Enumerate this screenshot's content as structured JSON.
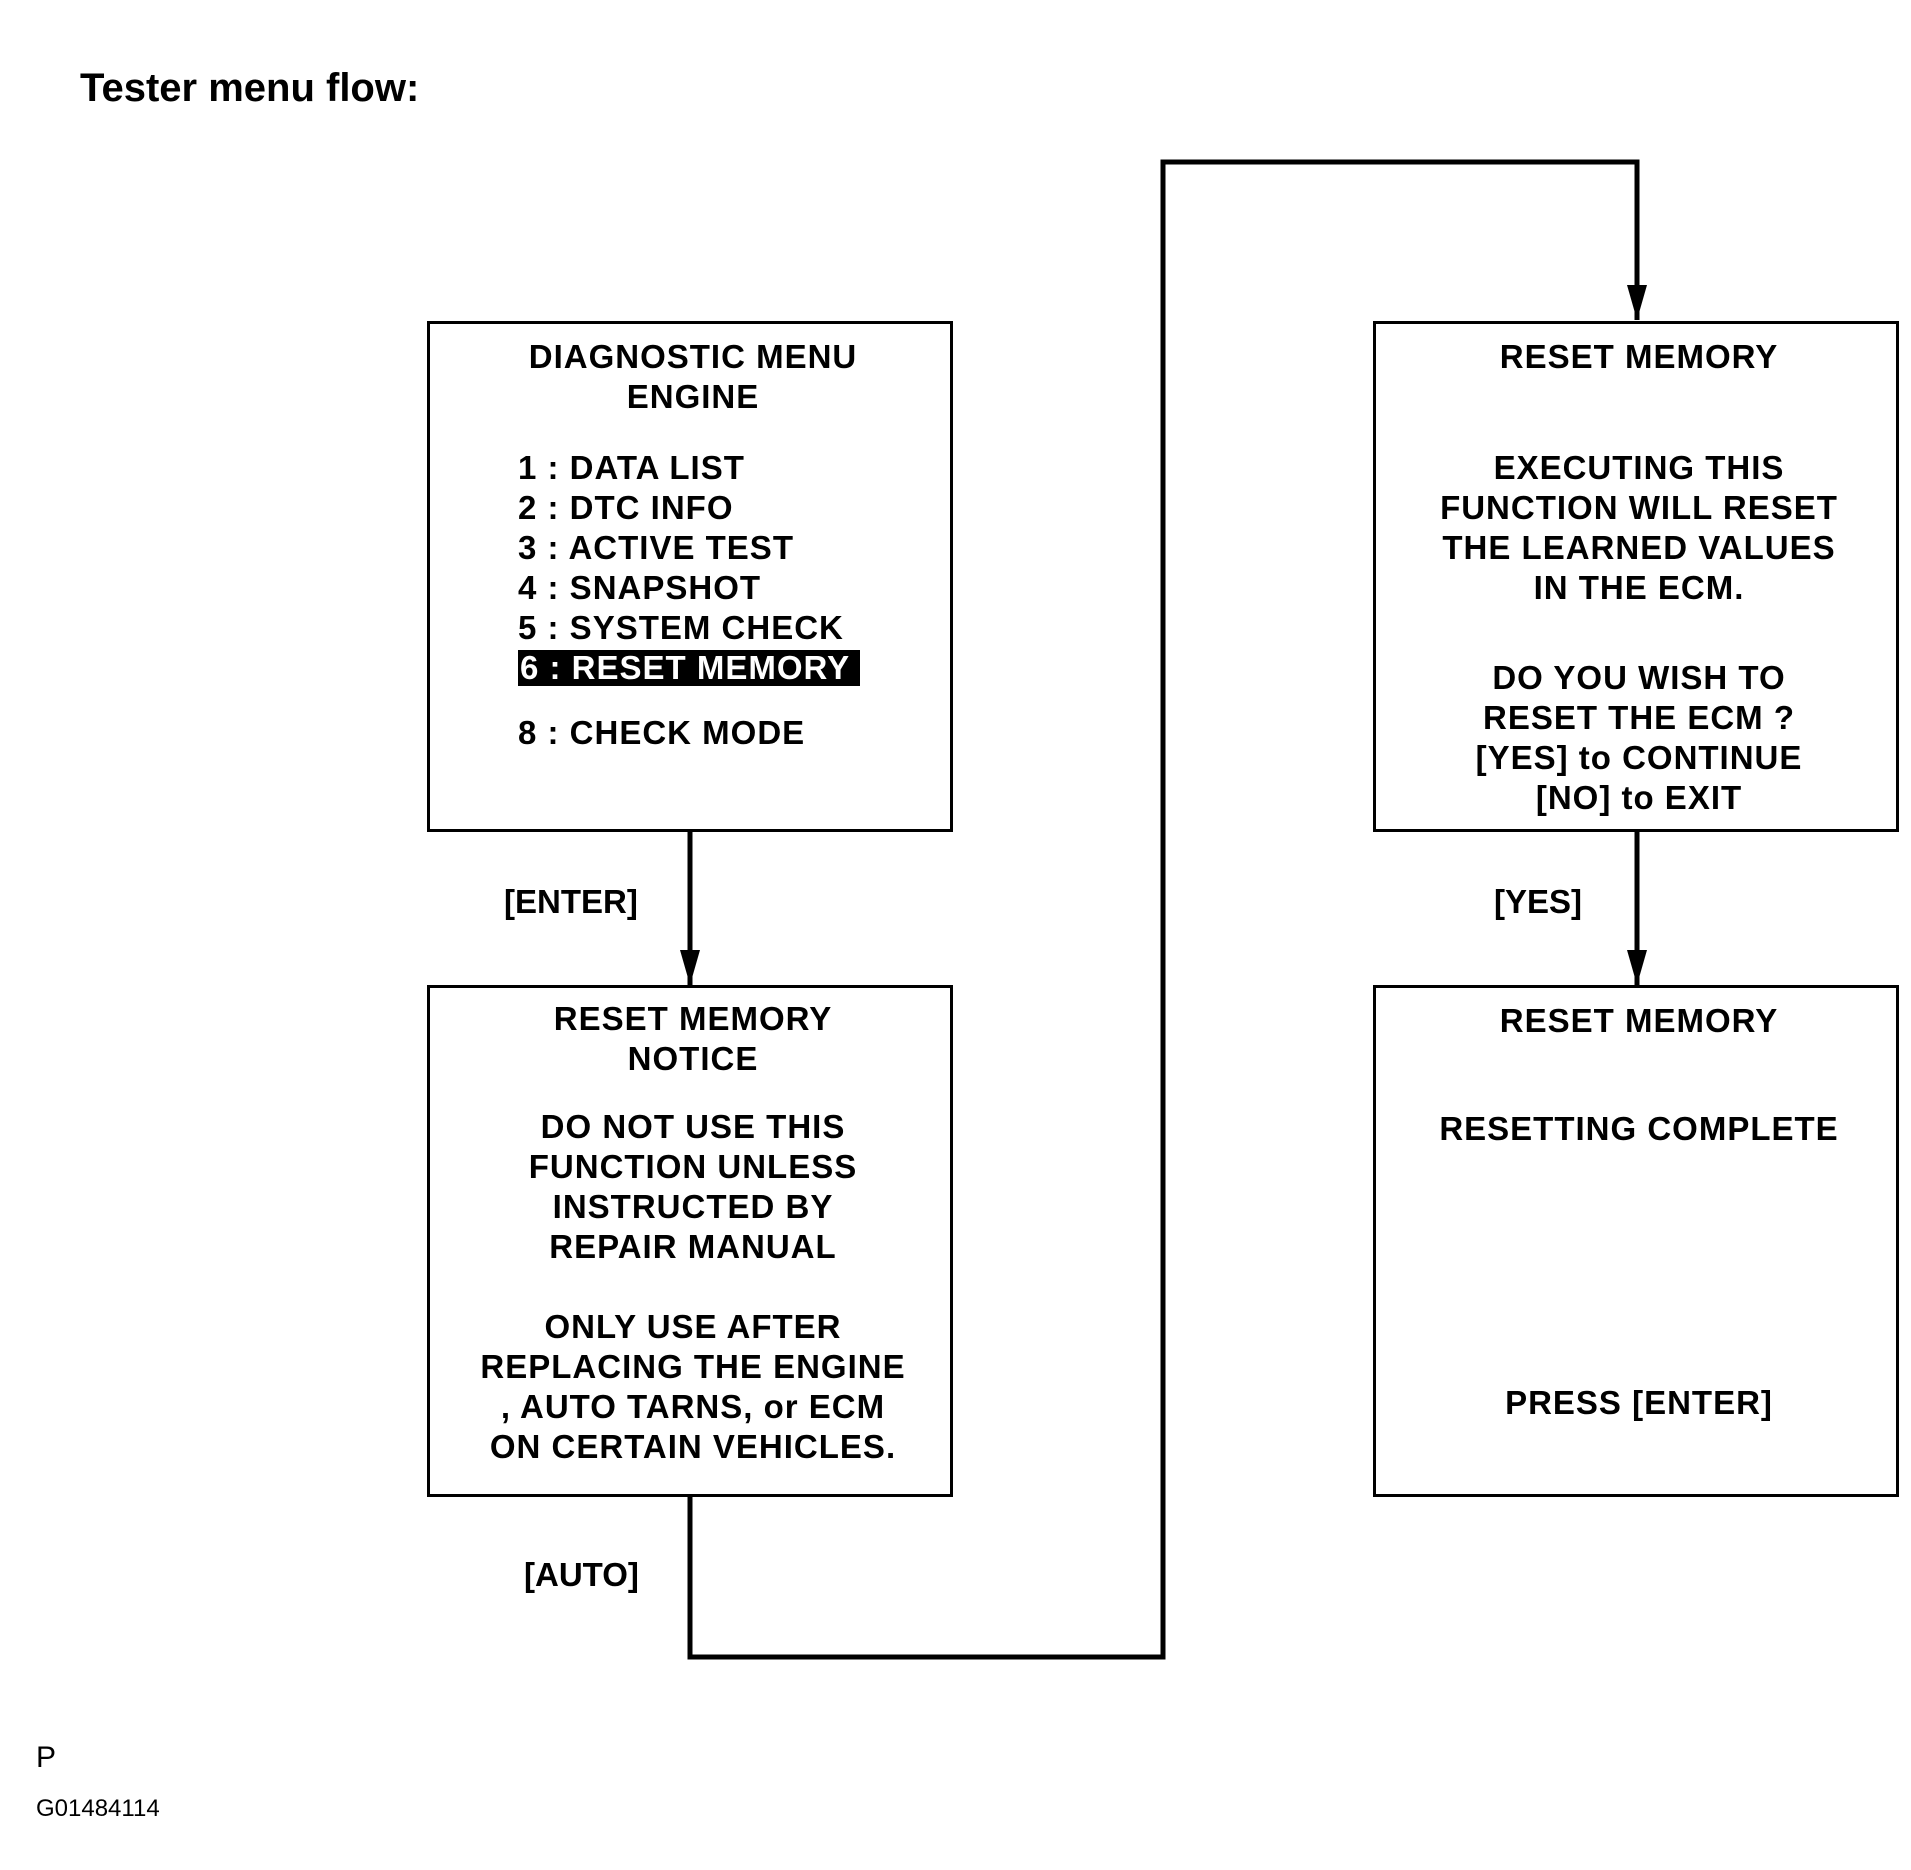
{
  "title": "Tester menu flow:",
  "screens": {
    "diagnostic_menu": {
      "heading": "DIAGNOSTIC  MENU\nENGINE",
      "items": [
        "1 :  DATA  LIST",
        "2 :  DTC  INFO",
        "3 :  ACTIVE TEST",
        "4 :  SNAPSHOT",
        "5 :  SYSTEM  CHECK",
        "6 :  RESET  MEMORY",
        "8 :  CHECK  MODE"
      ],
      "selected_index": 5
    },
    "reset_notice": {
      "heading": "RESET  MEMORY\nNOTICE",
      "body_1": "DO  NOT  USE  THIS\nFUNCTION  UNLESS\nINSTRUCTED  BY\nREPAIR  MANUAL",
      "body_2": "ONLY  USE  AFTER\nREPLACING  THE  ENGINE\n,  AUTO  TARNS,  or  ECM\nON  CERTAIN  VEHICLES."
    },
    "reset_confirm": {
      "heading": "RESET  MEMORY",
      "body_1": "EXECUTING  THIS\nFUNCTION  WILL  RESET\nTHE  LEARNED  VALUES\nIN  THE  ECM.",
      "body_2": "DO  YOU  WISH  TO\nRESET  THE  ECM ?\n[YES]  to  CONTINUE\n[NO]  to  EXIT"
    },
    "reset_complete": {
      "heading": "RESET  MEMORY",
      "status": "RESETTING  COMPLETE",
      "prompt": "PRESS  [ENTER]"
    }
  },
  "transitions": {
    "enter": "[ENTER]",
    "auto": "[AUTO]",
    "yes": "[YES]"
  },
  "footer": {
    "letter": "P",
    "code": "G01484114"
  }
}
